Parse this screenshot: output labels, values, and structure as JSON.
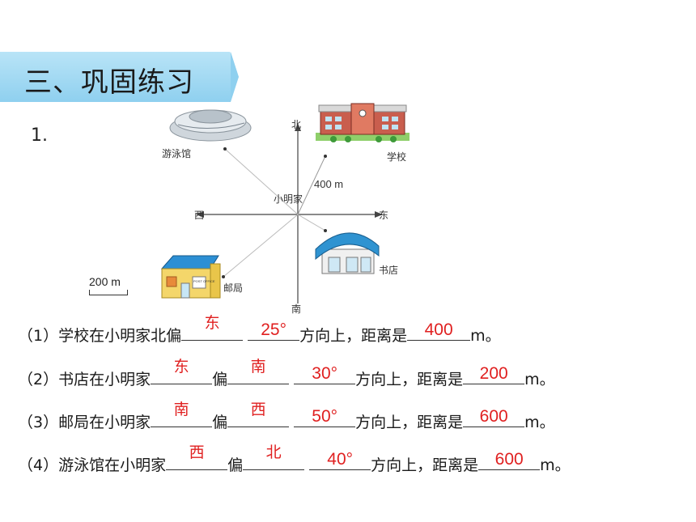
{
  "section_title": "三、巩固练习",
  "question_number": "1.",
  "map": {
    "north": "北",
    "south": "南",
    "east": "东",
    "west": "西",
    "center": "小明家",
    "school": "学校",
    "bookstore": "书店",
    "post_office": "邮局",
    "swimming_hall": "游泳馆",
    "distance_label": "400 m",
    "scale_label": "200 m",
    "post_sign": "POST OFFICE"
  },
  "lines": [
    {
      "prefix": "（1）学校在小明家北偏",
      "a1": "东",
      "mid": "",
      "a2": "",
      "deg": "25°",
      "tail": "方向上，距离是",
      "dist": "400",
      "unit": "m。"
    },
    {
      "prefix": "（2）书店在小明家",
      "a1": "东",
      "mid": "偏",
      "a2": "南",
      "deg": "30°",
      "tail": "方向上，距离是",
      "dist": "200",
      "unit": "m。"
    },
    {
      "prefix": "（3）邮局在小明家",
      "a1": "南",
      "mid": "偏",
      "a2": "西",
      "deg": "50°",
      "tail": "方向上，距离是",
      "dist": "600",
      "unit": "m。"
    },
    {
      "prefix": "（4）游泳馆在小明家",
      "a1": "西",
      "mid": "偏",
      "a2": "北",
      "deg": "40°",
      "tail": "方向上，距离是",
      "dist": "600",
      "unit": "m。"
    }
  ]
}
